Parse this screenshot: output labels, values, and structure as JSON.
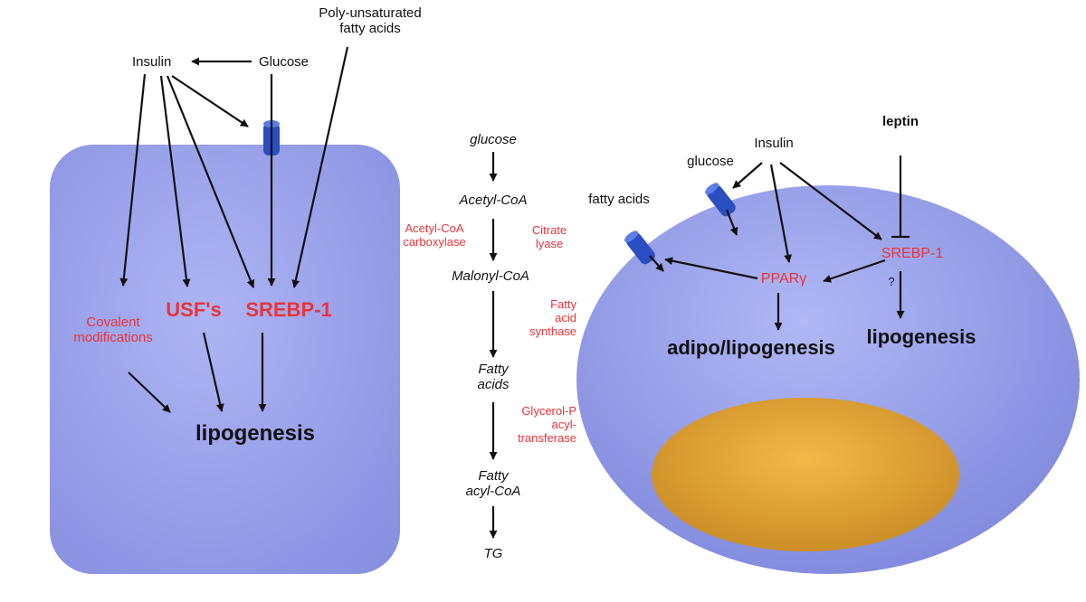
{
  "left_cell": {
    "poly_unsaturated": "Poly-unsaturated\nfatty acids",
    "insulin": "Insulin",
    "glucose": "Glucose",
    "covalent": "Covalent\nmodifications",
    "usfs": "USF's",
    "srebp1": "SREBP-1",
    "lipogenesis": "lipogenesis"
  },
  "pathway": {
    "steps": [
      "glucose",
      "Acetyl-CoA",
      "Malonyl-CoA",
      "Fatty\nacids",
      "Fatty\nacyl-CoA",
      "TG"
    ],
    "enzymes": {
      "acc": "Acetyl-CoA\ncarboxylase",
      "citrate": "Citrate\nlyase",
      "fas": "Fatty\nacid\nsynthase",
      "gpat": "Glycerol-P\nacyl-\ntransferase"
    }
  },
  "right_cell": {
    "insulin": "Insulin",
    "leptin": "leptin",
    "glucose": "glucose",
    "fatty_acids": "fatty acids",
    "srebp1": "SREBP-1",
    "ppar": "PPARγ",
    "question": "?",
    "adipo": "adipo/lipogenesis",
    "lipogenesis": "lipogenesis"
  },
  "colors": {
    "cell_fill": "#9ea6ee",
    "nucleus_fill": "#e1a63a",
    "transporter": "#2b4fc0",
    "regulator_text": "#e8343a"
  }
}
